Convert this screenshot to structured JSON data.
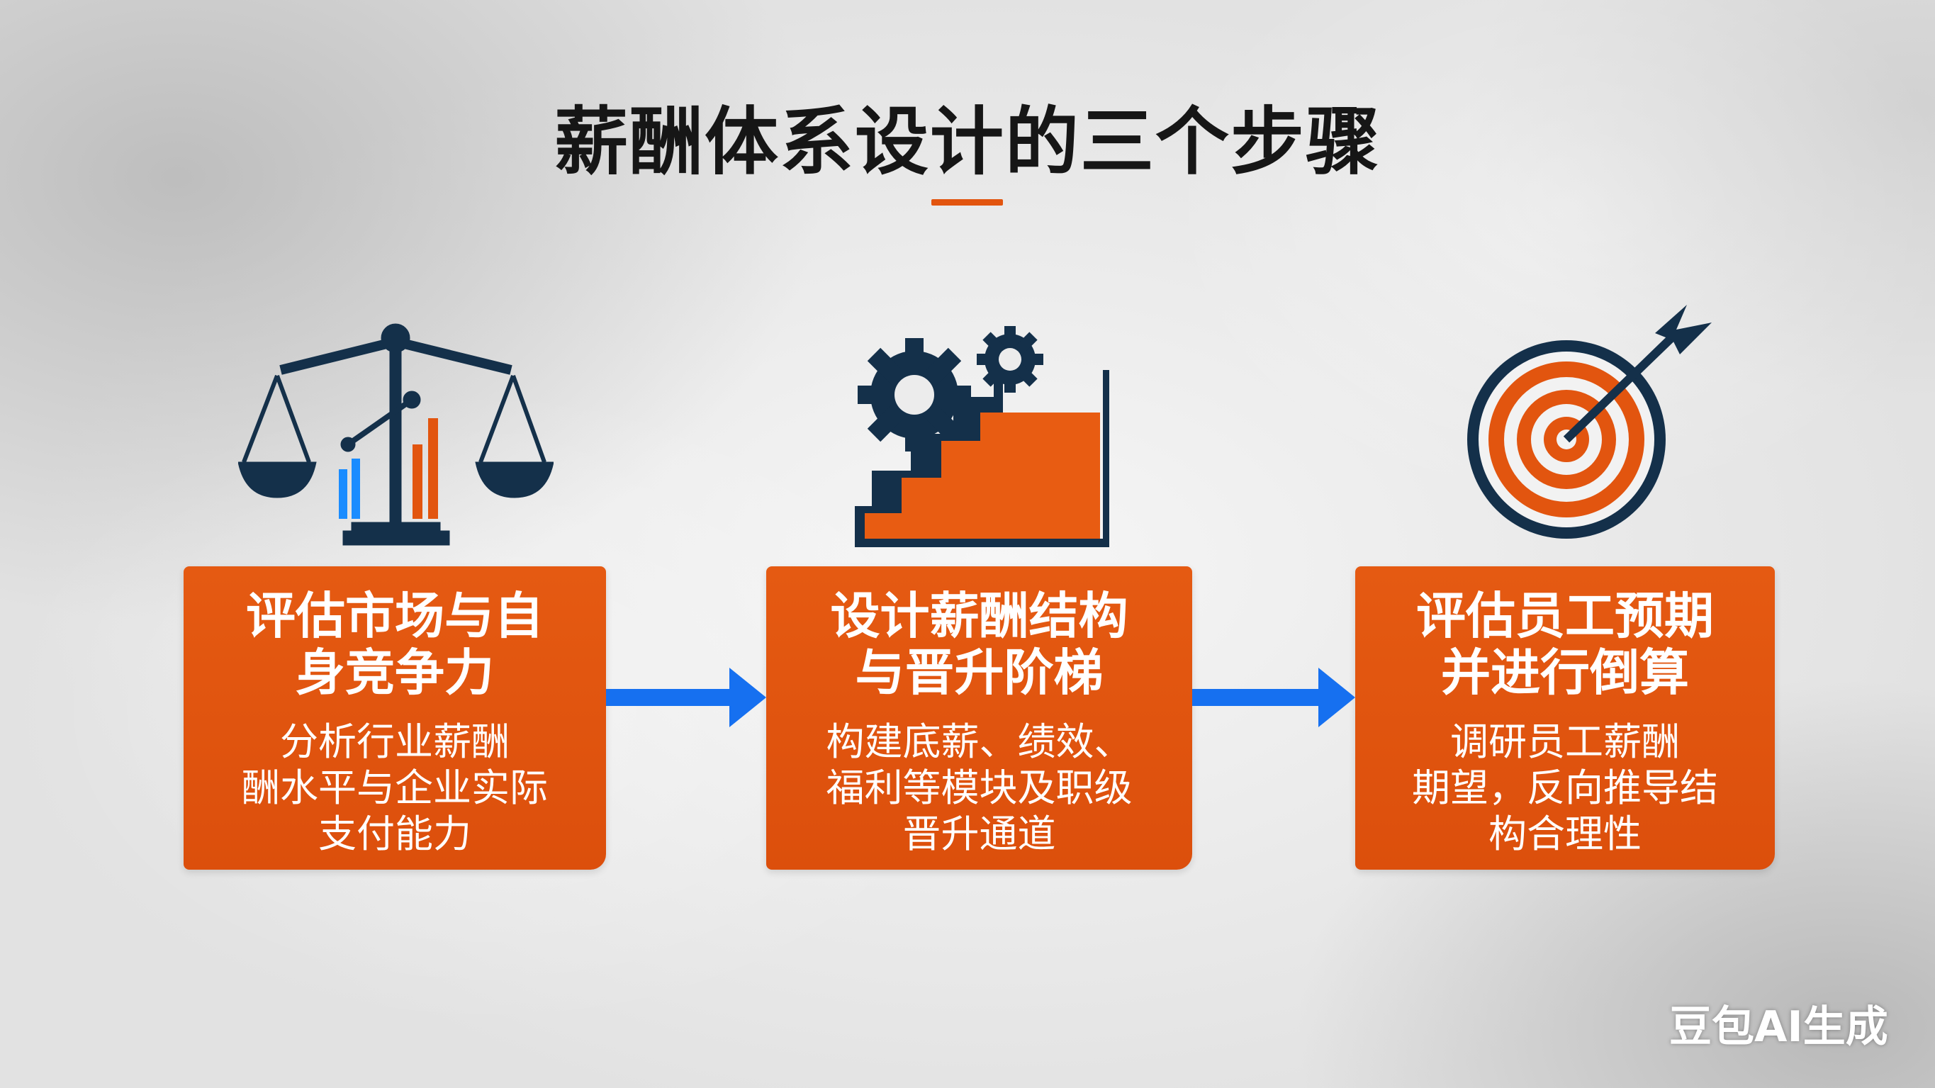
{
  "title": "薪酬体系设计的三个步骤",
  "steps": [
    {
      "icon": "scale-chart-icon",
      "title_lines": [
        "评估市场与自",
        "身竞争力"
      ],
      "body_lines": [
        "分析行业薪酬",
        "酬水平与企业实际",
        "支付能力"
      ]
    },
    {
      "icon": "gears-stairs-icon",
      "title_lines": [
        "设计薪酬结构",
        "与晋升阶梯"
      ],
      "body_lines": [
        "构建底薪、绩效、",
        "福利等模块及职级",
        "晋升通道"
      ]
    },
    {
      "icon": "target-arrow-icon",
      "title_lines": [
        "评估员工预期",
        "并进行倒算"
      ],
      "body_lines": [
        "调研员工薪酬",
        "期望，反向推导结",
        "构合理性"
      ]
    }
  ],
  "watermark": "豆包AI生成",
  "colors": {
    "accent": "#e2550f",
    "arrow": "#1670f0",
    "navy": "#14304a",
    "blue_bar": "#1a8cff"
  }
}
